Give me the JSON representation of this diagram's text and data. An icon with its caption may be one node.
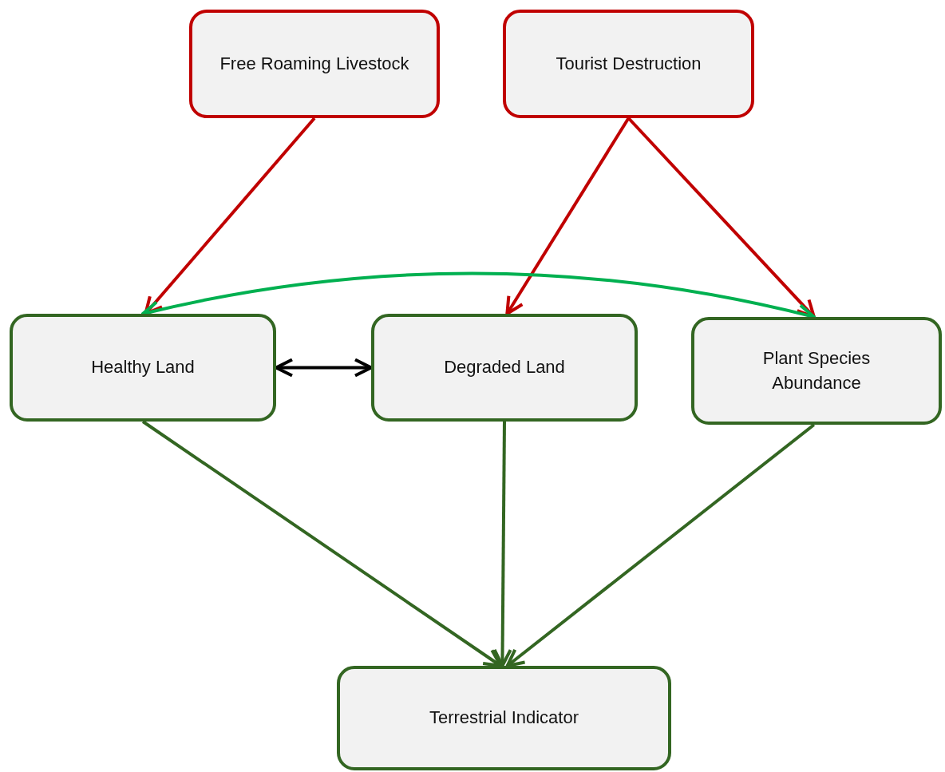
{
  "diagram": {
    "nodes": [
      {
        "text": [
          "Free Roaming Livestock"
        ]
      },
      {
        "text": [
          "Tourist Destruction"
        ]
      },
      {
        "text": [
          "Healthy Land"
        ]
      },
      {
        "text": [
          "Degraded Land"
        ]
      },
      {
        "text": [
          "Plant Species Abundance"
        ]
      },
      {
        "text": [
          "Terrestrial Indicator"
        ]
      }
    ],
    "edges": [
      {
        "from": 0,
        "to": 2,
        "arrow": "to",
        "color": "#c00000"
      },
      {
        "from": 1,
        "to": 3,
        "arrow": "to",
        "color": "#c00000"
      },
      {
        "from": 1,
        "to": 4,
        "arrow": "to",
        "color": "#c00000"
      },
      {
        "from": 2,
        "to": 4,
        "arrow": "both",
        "color": "#00b050"
      },
      {
        "from": 2,
        "to": 3,
        "arrow": "both",
        "color": "#000000"
      },
      {
        "from": 2,
        "to": 5,
        "arrow": "to",
        "color": "#336622"
      },
      {
        "from": 3,
        "to": 5,
        "arrow": "to",
        "color": "#336622"
      },
      {
        "from": 4,
        "to": 5,
        "arrow": "to",
        "color": "#336622"
      }
    ]
  }
}
